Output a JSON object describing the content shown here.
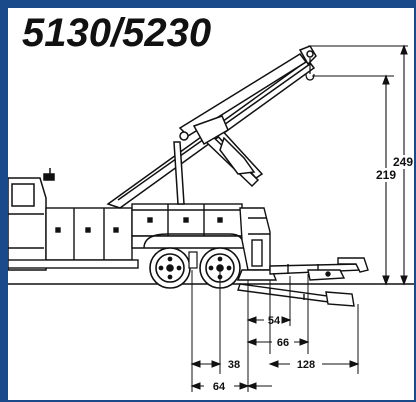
{
  "title": "5130/5230",
  "dimensions": {
    "height_1": "219",
    "height_2": "249",
    "reach_54": "54",
    "reach_66": "66",
    "reach_128": "128",
    "reach_38": "38",
    "reach_64": "64"
  },
  "colors": {
    "frame": "#1a4a8a",
    "background": "#ffffff",
    "line": "#111111"
  }
}
